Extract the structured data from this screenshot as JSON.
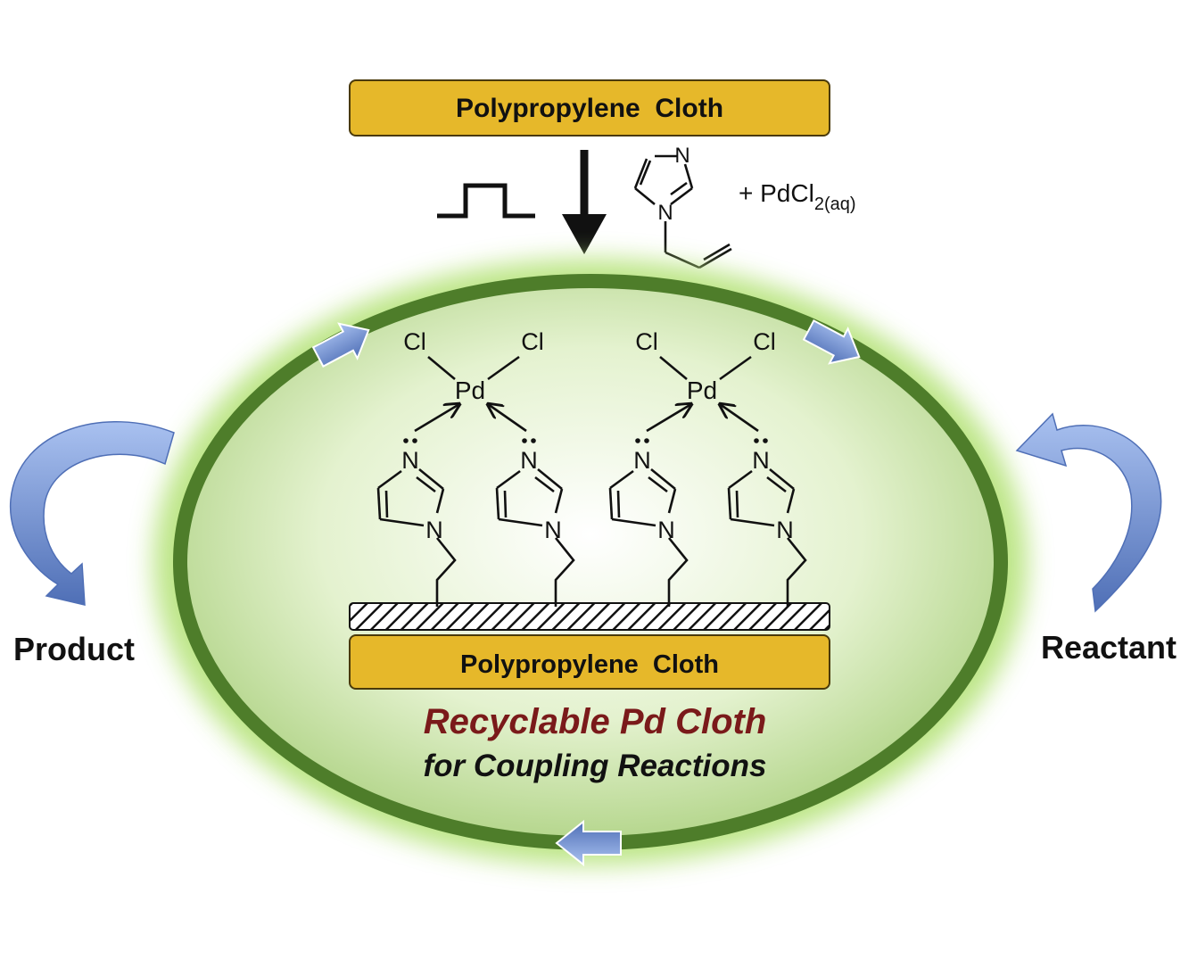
{
  "top_box": {
    "label": "Polypropylene  Cloth"
  },
  "reagent": {
    "n_label": "N",
    "n1_label": "N",
    "plus": "+ PdCl",
    "sub": "2(aq)"
  },
  "pulse_icon": "square-pulse-icon",
  "complex_left": {
    "cl1": "Cl",
    "cl2": "Cl",
    "metal": "Pd",
    "n_a": "N",
    "n1_a": "N",
    "n_b": "N",
    "n1_b": "N"
  },
  "complex_right": {
    "cl1": "Cl",
    "cl2": "Cl",
    "metal": "Pd",
    "n_a": "N",
    "n1_a": "N",
    "n_b": "N",
    "n1_b": "N"
  },
  "bottom_box": {
    "label": "Polypropylene  Cloth"
  },
  "title": {
    "line1": "Recyclable Pd Cloth",
    "line2": "for Coupling Reactions"
  },
  "side_labels": {
    "left": "Product",
    "right": "Reactant"
  },
  "colors": {
    "cloth_fill": "#e6b82a",
    "cloth_stroke": "#4a3a0a",
    "ring": "#4e7d2a",
    "ring_glow": "#b6e37a",
    "title_red": "#7a1a1a",
    "arrow_blue": "#6d8fcf"
  }
}
